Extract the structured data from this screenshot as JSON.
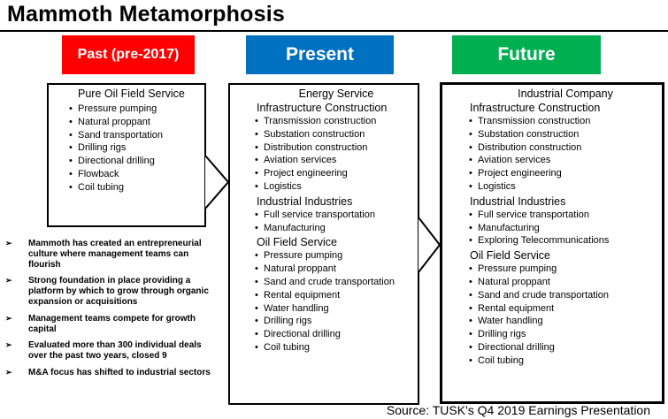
{
  "title": "Mammoth Metamorphosis",
  "headers": {
    "past": "Past (pre-2017)",
    "present": "Present",
    "future": "Future",
    "colors": {
      "past": "#ff0000",
      "present": "#0070c0",
      "future": "#00b050"
    }
  },
  "past": {
    "title": "Pure Oil Field Service",
    "items": [
      "Pressure pumping",
      "Natural proppant",
      "Sand transportation",
      "Drilling rigs",
      "Directional drilling",
      "Flowback",
      "Coil tubing"
    ]
  },
  "present": {
    "title": "Energy Service",
    "sections": [
      {
        "title": "Infrastructure Construction",
        "items": [
          "Transmission construction",
          "Substation construction",
          "Distribution construction",
          "Aviation services",
          "Project engineering",
          "Logistics"
        ]
      },
      {
        "title": "Industrial Industries",
        "items": [
          "Full service transportation",
          "Manufacturing"
        ]
      },
      {
        "title": "Oil Field Service",
        "items": [
          "Pressure pumping",
          "Natural proppant",
          "Sand and crude transportation",
          "Rental equipment",
          "Water handling",
          "Drilling rigs",
          "Directional drilling",
          "Coil tubing"
        ]
      }
    ]
  },
  "future": {
    "title": "Industrial Company",
    "sections": [
      {
        "title": "Infrastructure Construction",
        "items": [
          "Transmission construction",
          "Substation construction",
          "Distribution construction",
          "Aviation services",
          "Project engineering",
          "Logistics"
        ]
      },
      {
        "title": "Industrial Industries",
        "items": [
          "Full service transportation",
          "Manufacturing",
          "Exploring Telecommunications"
        ]
      },
      {
        "title": "Oil Field Service",
        "items": [
          "Pressure pumping",
          "Natural proppant",
          "Sand and crude transportation",
          "Rental equipment",
          "Water handling",
          "Drilling rigs",
          "Directional drilling",
          "Coil tubing"
        ]
      }
    ]
  },
  "bullets": [
    "Mammoth has created an entrepreneurial culture where management teams can flourish",
    "Strong foundation in place providing a platform by which to grow through organic expansion or acquisitions",
    "Management teams compete for growth capital",
    "Evaluated more than 300 individual deals over the past two years, closed 9",
    "M&A focus has shifted to industrial sectors"
  ],
  "source": "Source: TUSK's Q4 2019 Earnings Presentation"
}
